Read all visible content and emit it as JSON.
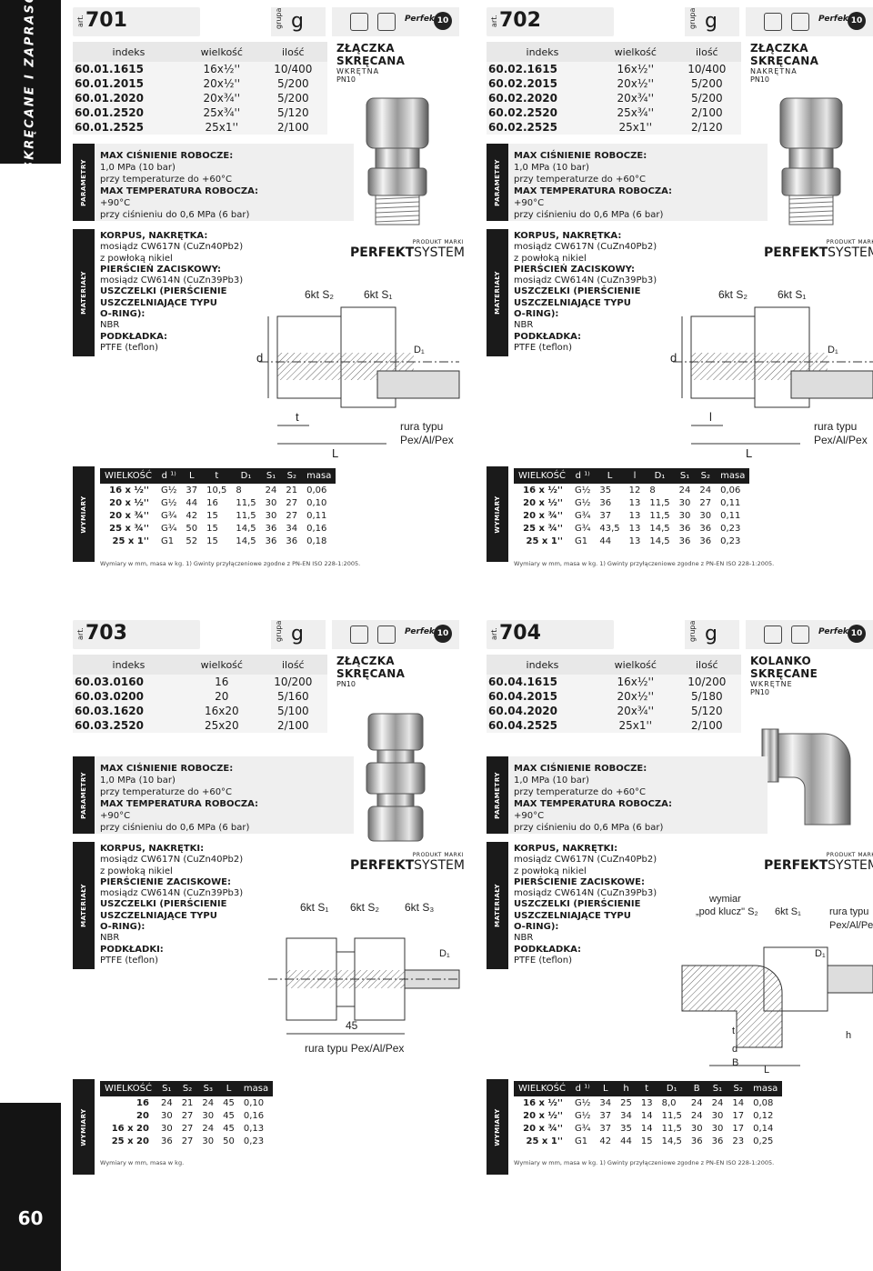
{
  "page_number": "60",
  "side_tab": "ZŁĄCZKI SKRĘCANE I ZAPRASOWYWANE",
  "labels": {
    "art": "art.",
    "grupa": "grupa",
    "indeks": "indeks",
    "wielkosc": "wielkość",
    "ilosc": "ilość",
    "parametry": "PARAMETRY",
    "materialy": "MATERIAŁY",
    "wymiary": "WYMIARY",
    "produkt_marki": "PRODUKT MARKI",
    "brand_bold": "PERFEKT",
    "brand_rest": "SYSTEM",
    "logo_10": "10",
    "logo_pfk": "Perfekt"
  },
  "blocks": [
    {
      "art": "701",
      "grupa": "g",
      "title": "ZŁĄCZKA SKRĘCANA",
      "subtitle": "WKRĘTNA",
      "pn": "PN10",
      "items": [
        {
          "idx": "60.01.1615",
          "size": "16x½''",
          "qty": "10/400"
        },
        {
          "idx": "60.01.2015",
          "size": "20x½''",
          "qty": "5/200"
        },
        {
          "idx": "60.01.2020",
          "size": "20x¾''",
          "qty": "5/200"
        },
        {
          "idx": "60.01.2520",
          "size": "25x¾''",
          "qty": "5/120"
        },
        {
          "idx": "60.01.2525",
          "size": "25x1''",
          "qty": "2/100"
        }
      ],
      "params": [
        "MAX CIŚNIENIE ROBOCZE:",
        "1,0 MPa (10 bar)",
        "przy temperaturze do +60°C",
        "MAX TEMPERATURA ROBOCZA:",
        "+90°C",
        "przy ciśnieniu do 0,6 MPa (6 bar)"
      ],
      "materials": [
        "KORPUS, NAKRĘTKA:",
        "mosiądz CW617N (CuZn40Pb2)",
        "z powłoką nikiel",
        "PIERŚCIEŃ ZACISKOWY:",
        "mosiądz CW614N (CuZn39Pb3)",
        "USZCZELKI (PIERŚCIENIE",
        "USZCZELNIAJĄCE TYPU",
        "O-RING):",
        "NBR",
        "PODKŁADKA:",
        "PTFE (teflon)"
      ],
      "drawing_labels": [
        "6kt S₂",
        "6kt S₁",
        "d",
        "D₁",
        "t",
        "L",
        "rura typu",
        "Pex/Al/Pex"
      ],
      "table_headers": [
        "WIELKOŚĆ",
        "d ¹⁾",
        "L",
        "t",
        "D₁",
        "S₁",
        "S₂",
        "masa"
      ],
      "rows": [
        [
          "16 x ½''",
          "G½",
          "37",
          "10,5",
          "8",
          "24",
          "21",
          "0,06"
        ],
        [
          "20 x ½''",
          "G½",
          "44",
          "16",
          "11,5",
          "30",
          "27",
          "0,10"
        ],
        [
          "20 x ¾''",
          "G¾",
          "42",
          "15",
          "11,5",
          "30",
          "27",
          "0,11"
        ],
        [
          "25 x ¾''",
          "G¾",
          "50",
          "15",
          "14,5",
          "36",
          "34",
          "0,16"
        ],
        [
          "25 x 1''",
          "G1",
          "52",
          "15",
          "14,5",
          "36",
          "36",
          "0,18"
        ]
      ],
      "note": "Wymiary w mm, masa w kg. 1) Gwinty przyłączeniowe zgodne z PN-EN ISO 228-1:2005."
    },
    {
      "art": "702",
      "grupa": "g",
      "title": "ZŁĄCZKA SKRĘCANA",
      "subtitle": "NAKRĘTNA",
      "pn": "PN10",
      "items": [
        {
          "idx": "60.02.1615",
          "size": "16x½''",
          "qty": "10/400"
        },
        {
          "idx": "60.02.2015",
          "size": "20x½''",
          "qty": "5/200"
        },
        {
          "idx": "60.02.2020",
          "size": "20x¾''",
          "qty": "5/200"
        },
        {
          "idx": "60.02.2520",
          "size": "25x¾''",
          "qty": "2/100"
        },
        {
          "idx": "60.02.2525",
          "size": "25x1''",
          "qty": "2/120"
        }
      ],
      "params": [
        "MAX CIŚNIENIE ROBOCZE:",
        "1,0 MPa (10 bar)",
        "przy temperaturze do +60°C",
        "MAX TEMPERATURA ROBOCZA:",
        "+90°C",
        "przy ciśnieniu do 0,6 MPa (6 bar)"
      ],
      "materials": [
        "KORPUS, NAKRĘTKA:",
        "mosiądz CW617N (CuZn40Pb2)",
        "z powłoką nikiel",
        "PIERŚCIEŃ ZACISKOWY:",
        "mosiądz CW614N (CuZn39Pb3)",
        "USZCZELKI (PIERŚCIENIE",
        "USZCZELNIAJĄCE TYPU",
        "O-RING):",
        "NBR",
        "PODKŁADKA:",
        "PTFE (teflon)"
      ],
      "drawing_labels": [
        "6kt S₂",
        "6kt S₁",
        "d",
        "D₁",
        "l",
        "L",
        "rura typu",
        "Pex/Al/Pex"
      ],
      "table_headers": [
        "WIELKOŚĆ",
        "d ¹⁾",
        "L",
        "l",
        "D₁",
        "S₁",
        "S₂",
        "masa"
      ],
      "rows": [
        [
          "16 x ½''",
          "G½",
          "35",
          "12",
          "8",
          "24",
          "24",
          "0,06"
        ],
        [
          "20 x ½''",
          "G½",
          "36",
          "13",
          "11,5",
          "30",
          "27",
          "0,11"
        ],
        [
          "20 x ¾''",
          "G¾",
          "37",
          "13",
          "11,5",
          "30",
          "30",
          "0,11"
        ],
        [
          "25 x ¾''",
          "G¾",
          "43,5",
          "13",
          "14,5",
          "36",
          "36",
          "0,23"
        ],
        [
          "25 x 1''",
          "G1",
          "44",
          "13",
          "14,5",
          "36",
          "36",
          "0,23"
        ]
      ],
      "note": "Wymiary w mm, masa w kg. 1) Gwinty przyłączeniowe zgodne z PN-EN ISO 228-1:2005."
    },
    {
      "art": "703",
      "grupa": "g",
      "title": "ZŁĄCZKA SKRĘCANA",
      "subtitle": "",
      "pn": "PN10",
      "items": [
        {
          "idx": "60.03.0160",
          "size": "16",
          "qty": "10/200"
        },
        {
          "idx": "60.03.0200",
          "size": "20",
          "qty": "5/160"
        },
        {
          "idx": "60.03.1620",
          "size": "16x20",
          "qty": "5/100"
        },
        {
          "idx": "60.03.2520",
          "size": "25x20",
          "qty": "2/100"
        }
      ],
      "params": [
        "MAX CIŚNIENIE ROBOCZE:",
        "1,0 MPa (10 bar)",
        "przy temperaturze do +60°C",
        "MAX TEMPERATURA ROBOCZA:",
        "+90°C",
        "przy ciśnieniu do 0,6 MPa (6 bar)"
      ],
      "materials": [
        "KORPUS, NAKRĘTKI:",
        "mosiądz CW617N (CuZn40Pb2)",
        "z powłoką nikiel",
        "PIERŚCIENIE ZACISKOWE:",
        "mosiądz CW614N (CuZn39Pb3)",
        "USZCZELKI (PIERŚCIENIE",
        "USZCZELNIAJĄCE TYPU",
        "O-RING):",
        "NBR",
        "PODKŁADKI:",
        "PTFE (teflon)"
      ],
      "drawing_labels": [
        "6kt S₁",
        "6kt S₂",
        "6kt S₃",
        "D₁",
        "45",
        "rura typu Pex/Al/Pex"
      ],
      "table_headers": [
        "WIELKOŚĆ",
        "S₁",
        "S₂",
        "S₃",
        "L",
        "masa"
      ],
      "rows": [
        [
          "16",
          "24",
          "21",
          "24",
          "45",
          "0,10"
        ],
        [
          "20",
          "30",
          "27",
          "30",
          "45",
          "0,16"
        ],
        [
          "16 x 20",
          "30",
          "27",
          "24",
          "45",
          "0,13"
        ],
        [
          "25 x 20",
          "36",
          "27",
          "30",
          "50",
          "0,23"
        ]
      ],
      "note": "Wymiary w mm, masa w kg."
    },
    {
      "art": "704",
      "grupa": "g",
      "title": "KOLANKO SKRĘCANE",
      "subtitle": "WKRĘTNE",
      "pn": "PN10",
      "items": [
        {
          "idx": "60.04.1615",
          "size": "16x½''",
          "qty": "10/200"
        },
        {
          "idx": "60.04.2015",
          "size": "20x½''",
          "qty": "5/180"
        },
        {
          "idx": "60.04.2020",
          "size": "20x¾''",
          "qty": "5/120"
        },
        {
          "idx": "60.04.2525",
          "size": "25x1''",
          "qty": "2/100"
        }
      ],
      "params": [
        "MAX CIŚNIENIE ROBOCZE:",
        "1,0 MPa (10 bar)",
        "przy temperaturze do +60°C",
        "MAX TEMPERATURA ROBOCZA:",
        "+90°C",
        "przy ciśnieniu do 0,6 MPa (6 bar)"
      ],
      "materials": [
        "KORPUS, NAKRĘTKI:",
        "mosiądz CW617N (CuZn40Pb2)",
        "z powłoką nikiel",
        "PIERŚCIENIE ZACISKOWE:",
        "mosiądz CW614N (CuZn39Pb3)",
        "USZCZELKI (PIERŚCIENIE",
        "USZCZELNIAJĄCE TYPU",
        "O-RING):",
        "NBR",
        "PODKŁADKA:",
        "PTFE (teflon)"
      ],
      "drawing_labels": [
        "wymiar",
        "„pod klucz\" S₂",
        "6kt S₁",
        "rura typu",
        "Pex/Al/Pex",
        "D₁",
        "h",
        "t",
        "d",
        "B",
        "L"
      ],
      "table_headers": [
        "WIELKOŚĆ",
        "d ¹⁾",
        "L",
        "h",
        "t",
        "D₁",
        "B",
        "S₁",
        "S₂",
        "masa"
      ],
      "rows": [
        [
          "16 x ½''",
          "G½",
          "34",
          "25",
          "13",
          "8,0",
          "24",
          "24",
          "14",
          "0,08"
        ],
        [
          "20 x ½''",
          "G½",
          "37",
          "34",
          "14",
          "11,5",
          "24",
          "30",
          "17",
          "0,12"
        ],
        [
          "20 x ¾''",
          "G¾",
          "37",
          "35",
          "14",
          "11,5",
          "30",
          "30",
          "17",
          "0,14"
        ],
        [
          "25 x 1''",
          "G1",
          "42",
          "44",
          "15",
          "14,5",
          "36",
          "36",
          "23",
          "0,25"
        ]
      ],
      "note": "Wymiary w mm, masa w kg. 1) Gwinty przyłączeniowe zgodne z PN-EN ISO 228-1:2005."
    }
  ]
}
